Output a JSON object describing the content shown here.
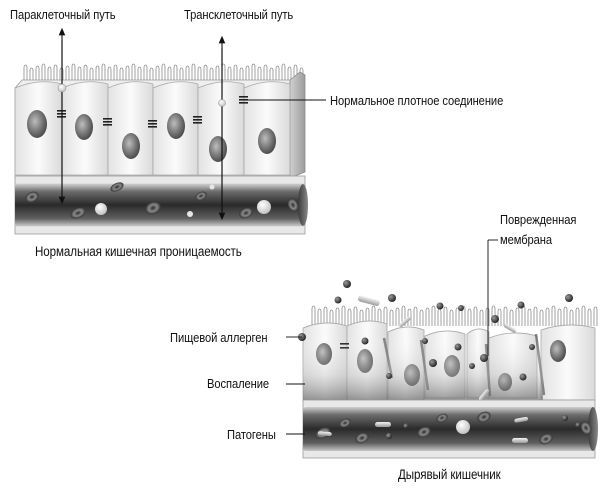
{
  "top_diagram": {
    "paracellular_label": "Параклеточный путь",
    "transcellular_label": "Трансклеточный путь",
    "tight_junction_label": "Нормальное плотное соединение",
    "caption": "Нормальная кишечная проницаемость"
  },
  "bottom_diagram": {
    "damaged_membrane_label_line1": "Поврежденная",
    "damaged_membrane_label_line2": "мембрана",
    "food_allergen_label": "Пищевой аллерген",
    "inflammation_label": "Воспаление",
    "pathogens_label": "Патогены",
    "caption": "Дырявый кишечник"
  }
}
